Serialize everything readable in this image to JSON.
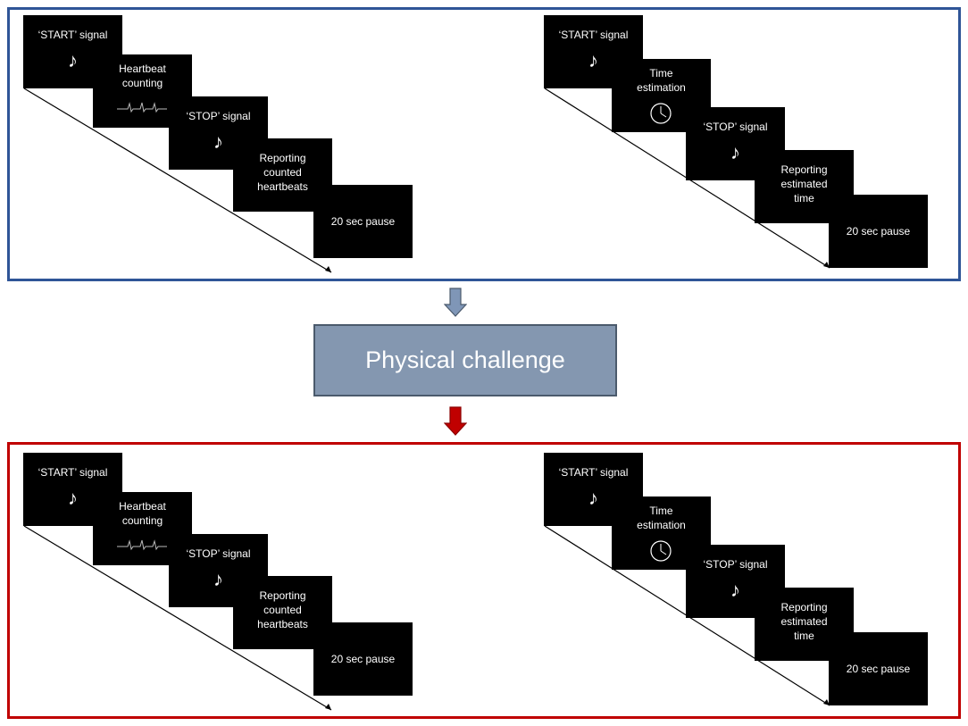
{
  "colors": {
    "top_border": "#2f5597",
    "bottom_border": "#c00000",
    "challenge_fill": "#8497b0",
    "challenge_border": "#4b5a6c",
    "arrow_blue": "#7f96b7",
    "arrow_red": "#c00000",
    "card_fill": "#000000",
    "card_text": "#ffffff"
  },
  "icons": {
    "note": "♪",
    "heartbeat": "heartbeat-trace-icon",
    "clock": "clock-icon"
  },
  "challenge": {
    "label": "Physical challenge"
  },
  "top": {
    "heartbeat": {
      "start": "‘START’ signal",
      "task": "Heartbeat counting",
      "stop": "‘STOP’ signal",
      "report": "Reporting counted heartbeats",
      "pause": "20 sec pause"
    },
    "time": {
      "start": "‘START’ signal",
      "task": "Time estimation",
      "stop": "‘STOP’ signal",
      "report": "Reporting estimated time",
      "pause": "20 sec pause"
    }
  },
  "bottom": {
    "heartbeat": {
      "start": "‘START’ signal",
      "task": "Heartbeat counting",
      "stop": "‘STOP’ signal",
      "report": "Reporting counted heartbeats",
      "pause": "20 sec pause"
    },
    "time": {
      "start": "‘START’ signal",
      "task": "Time estimation",
      "stop": "‘STOP’ signal",
      "report": "Reporting estimated time",
      "pause": "20 sec pause"
    }
  }
}
